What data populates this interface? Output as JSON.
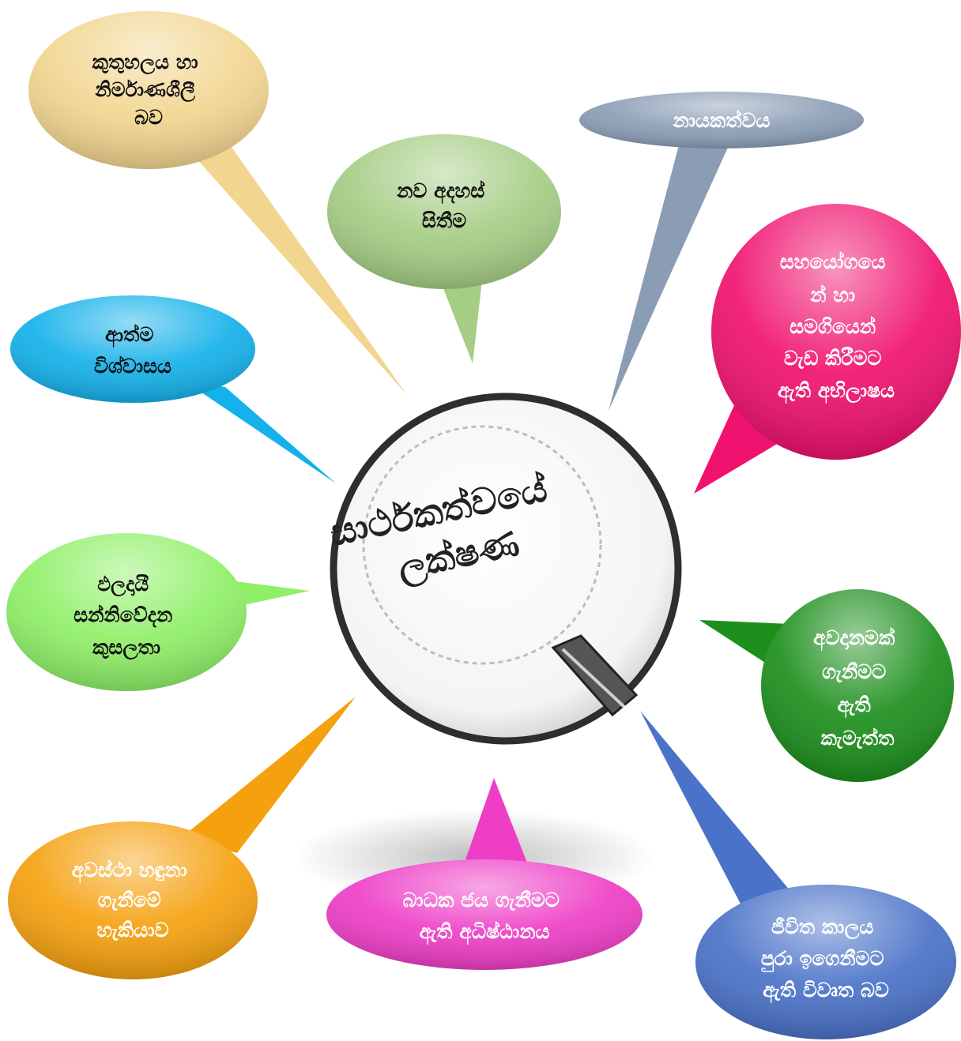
{
  "center": {
    "lines": [
      "සාර්ථකත්වයේ",
      "ලක්ෂණ"
    ]
  },
  "bubbles": [
    {
      "id": "curiosity",
      "color": "#f2d690",
      "text_color": "#111111",
      "lines": [
        "කුතුහලය හා",
        "නිර්මාණශීලී",
        "බව"
      ]
    },
    {
      "id": "new-ideas",
      "color": "#a5cd84",
      "text_color": "#111111",
      "lines": [
        "නව අදහස්",
        "සිතීම"
      ]
    },
    {
      "id": "leadership",
      "color": "#8b9db5",
      "text_color": "#ffffff",
      "lines": [
        "නායකත්වය"
      ]
    },
    {
      "id": "teamwork",
      "color": "#f0126f",
      "text_color": "#ffffff",
      "lines": [
        "සහයෝගයෙ",
        "න් හා",
        "සමගියෙන්",
        "වැඩ කිරීමට",
        "ඇති අභිලාෂය"
      ]
    },
    {
      "id": "confidence",
      "color": "#14b1ea",
      "text_color": "#111111",
      "lines": [
        "ආත්ම",
        "විශ්වාසය"
      ]
    },
    {
      "id": "communication",
      "color": "#8ff067",
      "text_color": "#111111",
      "lines": [
        "ඵලදායී",
        "සන්නිවේදන",
        "කුසලතා"
      ]
    },
    {
      "id": "risk",
      "color": "#1d8f1d",
      "text_color": "#ffffff",
      "lines": [
        "අවදානමක්",
        "ගැනීමට",
        "ඇති",
        "කැමැත්ත"
      ]
    },
    {
      "id": "opportunity",
      "color": "#f5a10f",
      "text_color": "#ffffff",
      "lines": [
        "අවස්ථා හඳුනා",
        "ගැනීමේ",
        "හැකියාව"
      ]
    },
    {
      "id": "determination",
      "color": "#ee3ec6",
      "text_color": "#ffffff",
      "lines": [
        "බාධක ජය ගැනීමට",
        "ඇති අධිෂ්ඨානය"
      ]
    },
    {
      "id": "lifelong-learning",
      "color": "#4a72c8",
      "text_color": "#ffffff",
      "lines": [
        "ජීවිත කාලය",
        "පුරා ඉගෙනීමට",
        "ඇති විවෘත බව"
      ]
    }
  ]
}
